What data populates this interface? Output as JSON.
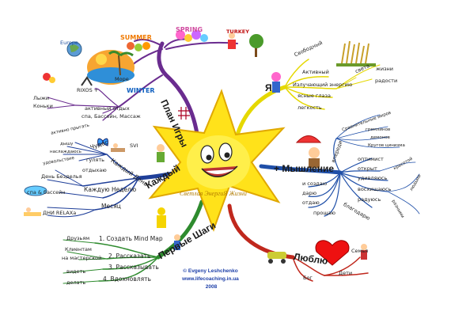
{
  "center": {
    "label": "Светлая ЭнергиЯ Жизни"
  },
  "branches": {
    "plan": {
      "label": "План Игры",
      "color": "#6a2c8f",
      "items": [
        "SUMMER",
        "SPRING",
        "TURKEY",
        "Europe",
        "Море",
        "WINTER",
        "RIXOS +",
        "Лыжи",
        "Коньки",
        "активный отдых",
        "спа, Бассейн, Массаж"
      ]
    },
    "ya": {
      "label": "Я",
      "color": "#e5d800",
      "items": [
        "Свободный",
        "Активный",
        "Излучающий энергию",
        "света",
        "жизни",
        "радости",
        "ясные глаза",
        "легкость"
      ]
    },
    "thinking": {
      "label": "+ Мышление",
      "color": "#1f4fa8",
      "items": [
        "впереди",
        "Сравнительные миров",
        "гремлинов",
        "демонов",
        "Кругов цинизма",
        "оптимист",
        "открыт",
        "удивляюсь",
        "восхищаюсь",
        "радуюсь",
        "благодарю",
        "красотой",
        "людьми",
        "разными",
        "и создаю",
        "дарю",
        "отдаю",
        "прощаю"
      ]
    },
    "love": {
      "label": "Люблю",
      "color": "#c0281d",
      "items": [
        "Семья",
        "Дети",
        "Бог"
      ]
    },
    "steps": {
      "label": "Первые Шаги",
      "color": "#2e8b2e",
      "items": [
        "1. Создать Mind Map",
        "2. Рассказать",
        "3. Рассказывать",
        "4. Вдохновлять",
        "Друзьям",
        "Клиентам",
        "на мастерской",
        "видеть",
        "делать"
      ]
    },
    "every": {
      "label": "Каждый",
      "color": "#1f3f99",
      "items": [
        "активно прыгать",
        "дышу",
        "наслаждаюсь",
        "Чудес",
        "SVI",
        "гулять",
        "Каждый День",
        "отдыхаю",
        "удовольствие",
        "День Безделья",
        "Каждую Неделю",
        "спа & бассейн",
        "Месяц",
        "ДНИ RELAXа"
      ]
    }
  },
  "credit": {
    "name": "© Evgeny Leshchenko",
    "site": "www.lifecoaching.in.ua",
    "year": "2008"
  },
  "colors": {
    "sun": "#ffe21a",
    "sun_outline": "#e0a800",
    "branch_plan": "#6a2c8f",
    "branch_ya": "#e5d800",
    "branch_thinking": "#1f4fa8",
    "branch_love": "#c0281d",
    "branch_steps": "#2e8b2e",
    "branch_every": "#1f3f99"
  }
}
